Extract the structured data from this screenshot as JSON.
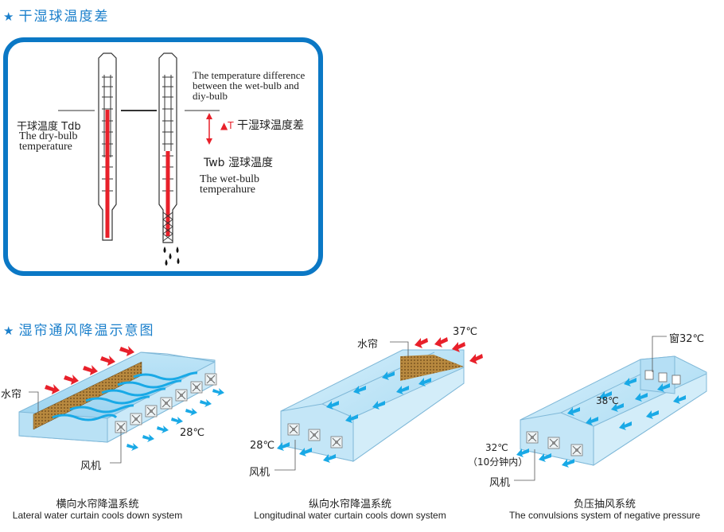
{
  "section1": {
    "title": "干湿球温度差",
    "star": "★",
    "dry_bulb": {
      "cn": "干球温度  Tdb",
      "en_line1": "The dry-bulb",
      "en_line2": "temperature"
    },
    "difference": {
      "en_line1": "The temperature difference",
      "en_line2": "between the wet-bulb and",
      "en_line3": "diy-bulb",
      "delta": "▲T",
      "cn": "干湿球温度差"
    },
    "wet_bulb": {
      "cn": "Twb 湿球温度",
      "en_line1": "The wet-bulb",
      "en_line2": "temperahure"
    }
  },
  "section2": {
    "title": "湿帘通风降温示意图",
    "star": "★",
    "diagrams": [
      {
        "curtain_label": "水帘",
        "fan_label": "风机",
        "temp_out": "28℃",
        "caption_cn": "横向水帘降温系统",
        "caption_en": "Lateral water curtain cools down system"
      },
      {
        "curtain_label": "水帘",
        "fan_label": "风机",
        "temp_in": "37℃",
        "temp_out": "28℃",
        "caption_cn": "纵向水帘降温系统",
        "caption_en": "Longitudinal water curtain cools down system"
      },
      {
        "window_label": "窗32℃",
        "inside_temp": "38℃",
        "temp_out": "32℃",
        "temp_out_note": "（10分钟内）",
        "fan_label": "风机",
        "caption_cn": "负压抽风系统",
        "caption_en": "The convulsions system of negative pressure"
      }
    ]
  },
  "colors": {
    "accent_blue": "#0b78c5",
    "mercury_red": "#e8202a",
    "air_blue": "#19a9e6",
    "hot_air_red": "#e8202a",
    "curtain_brown": "#a77a3a"
  }
}
